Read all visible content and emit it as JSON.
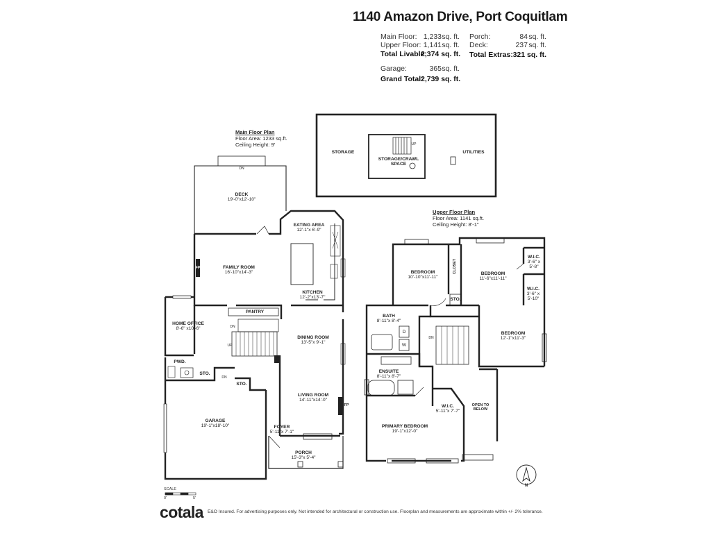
{
  "header": {
    "address": "1140 Amazon Drive, Port Coquitlam"
  },
  "summary": {
    "main_floor": {
      "label": "Main Floor:",
      "value": "1,233",
      "unit": "sq. ft."
    },
    "upper_floor": {
      "label": "Upper Floor:",
      "value": "1,141",
      "unit": "sq. ft."
    },
    "total_livable": {
      "label": "Total Livable:",
      "value": "2,374 sq. ft."
    },
    "garage": {
      "label": "Garage:",
      "value": "365",
      "unit": "sq. ft."
    },
    "grand_total": {
      "label": "Grand Total:",
      "value": "2,739 sq. ft."
    },
    "porch": {
      "label": "Porch:",
      "value": "84",
      "unit": "sq. ft."
    },
    "deck": {
      "label": "Deck:",
      "value": "237",
      "unit": "sq. ft."
    },
    "total_extras": {
      "label": "Total Extras:",
      "value": "321 sq. ft."
    }
  },
  "main_floor_plan": {
    "heading": "Main Floor Plan",
    "area": "Floor Area: 1233 sq.ft.",
    "ceiling": "Ceiling Height: 9'"
  },
  "upper_floor_plan": {
    "heading": "Upper Floor Plan",
    "area": "Floor Area: 1141 sq.ft.",
    "ceiling": "Ceiling Height: 8'-1\""
  },
  "basement": {
    "storage": "STORAGE",
    "crawl_1": "STORAGE/CRAWL",
    "crawl_2": "SPACE",
    "utilities": "UTILITIES",
    "up": "UP"
  },
  "rooms_main": {
    "deck": {
      "name": "DECK",
      "dim": "19'-0\"x12'-10\""
    },
    "eating": {
      "name": "EATING AREA",
      "dim": "12'-1\"x 6'-9\""
    },
    "family": {
      "name": "FAMILY ROOM",
      "dim": "16'-10\"x14'-3\""
    },
    "kitchen": {
      "name": "KITCHEN",
      "dim": "12'-2\"x13'-7\""
    },
    "pantry": "PANTRY",
    "home_office": {
      "name": "HOME OFFICE",
      "dim": "8'-6\" x10'-6\""
    },
    "dining": {
      "name": "DINING ROOM",
      "dim": "13'-5\"x 9'-1\""
    },
    "pwd": "PWD.",
    "sto1": "STO.",
    "sto2": "STO.",
    "living": {
      "name": "LIVING ROOM",
      "dim": "14'-11\"x14'-0\""
    },
    "garage": {
      "name": "GARAGE",
      "dim": "19'-1\"x18'-10\""
    },
    "foyer": {
      "name": "FOYER",
      "dim": "5'-11\"x 7'-1\""
    },
    "porch": {
      "name": "PORCH",
      "dim": "15'-3\"x 5'-4\""
    },
    "fp1": "FP",
    "fp2": "FP",
    "dn1": "DN",
    "dn2": "DN",
    "dn3": "DN",
    "up": "UP"
  },
  "rooms_upper": {
    "bed1": {
      "name": "BEDROOM",
      "dim": "10'-10\"x11'-11\""
    },
    "closet": "CLOSET",
    "bed2": {
      "name": "BEDROOM",
      "dim": "11'-6\"x11'-11\""
    },
    "wic1": {
      "name": "W.I.C.",
      "dim1": "3'-6\" x",
      "dim2": "5'-8\""
    },
    "wic2": {
      "name": "W.I.C.",
      "dim1": "3'-6\" x",
      "dim2": "5'-10\""
    },
    "sto": "STO.",
    "bath": {
      "name": "BATH",
      "dim": "8'-11\"x 8'-4\""
    },
    "d": "D",
    "w": "W",
    "bed3": {
      "name": "BEDROOM",
      "dim": "12'-1\"x11'-3\""
    },
    "ensuite": {
      "name": "ENSUITE",
      "dim": "8'-11\"x 8'-7\""
    },
    "wic3": {
      "name": "W.I.C.",
      "dim": "5'-11\"x 7'-7\""
    },
    "open1": "OPEN TO",
    "open2": "BELOW",
    "primary": {
      "name": "PRIMARY BEDROOM",
      "dim": "19'-1\"x12'-0\""
    },
    "dn": "DN"
  },
  "compass": {
    "label": "N"
  },
  "scale": {
    "label": "SCALE",
    "start": "0'",
    "end": "5'"
  },
  "footer": {
    "logo": "cotala",
    "disclaimer": "E&O Insured. For advertising purposes only. Not intended for architectural or construction use. Floorplan and measurements are approximate within +/- 2% tolerance."
  }
}
